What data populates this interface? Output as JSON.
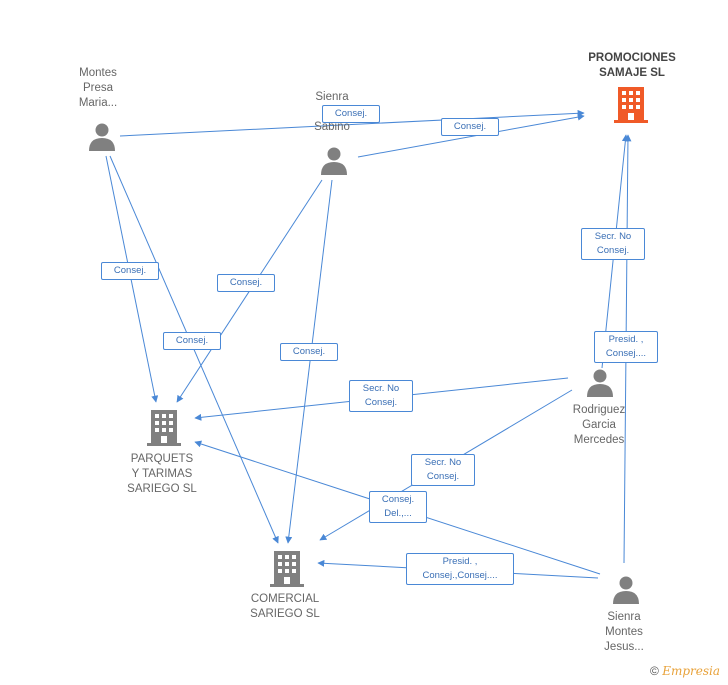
{
  "nodes": {
    "montes": {
      "label": "Montes\nPresa\nMaria..."
    },
    "sienra_fo": {
      "label": "Sienra\nFo\nSabino"
    },
    "promociones": {
      "label": "PROMOCIONES\nSAMAJE SL"
    },
    "parquets": {
      "label": "PARQUETS\nY TARIMAS\nSARIEGO SL"
    },
    "rodriguez": {
      "label": "Rodriguez\nGarcia\nMercedes"
    },
    "comercial": {
      "label": "COMERCIAL\nSARIEGO SL"
    },
    "sienra_mj": {
      "label": "Sienra\nMontes\nJesus..."
    }
  },
  "edge_labels": {
    "e1": "Consej.",
    "e2": "Consej.",
    "e3": "Consej.",
    "e4": "Consej.",
    "e5": "Consej.",
    "e6": "Consej.",
    "e7": "Secr.  No\nConsej.",
    "e8": "Presid. ,\nConsej....",
    "e9": "Secr.  No\nConsej.",
    "e10": "Secr.  No\nConsej.",
    "e11": "Consej.\nDel.,...",
    "e12": "Presid. ,\nConsej.,Consej...."
  },
  "colors": {
    "edge": "#4a88d6",
    "person": "#808080",
    "company": "#808080",
    "highlight": "#f05a28"
  },
  "footer": {
    "copyright": "©",
    "brand": "Empresia"
  }
}
